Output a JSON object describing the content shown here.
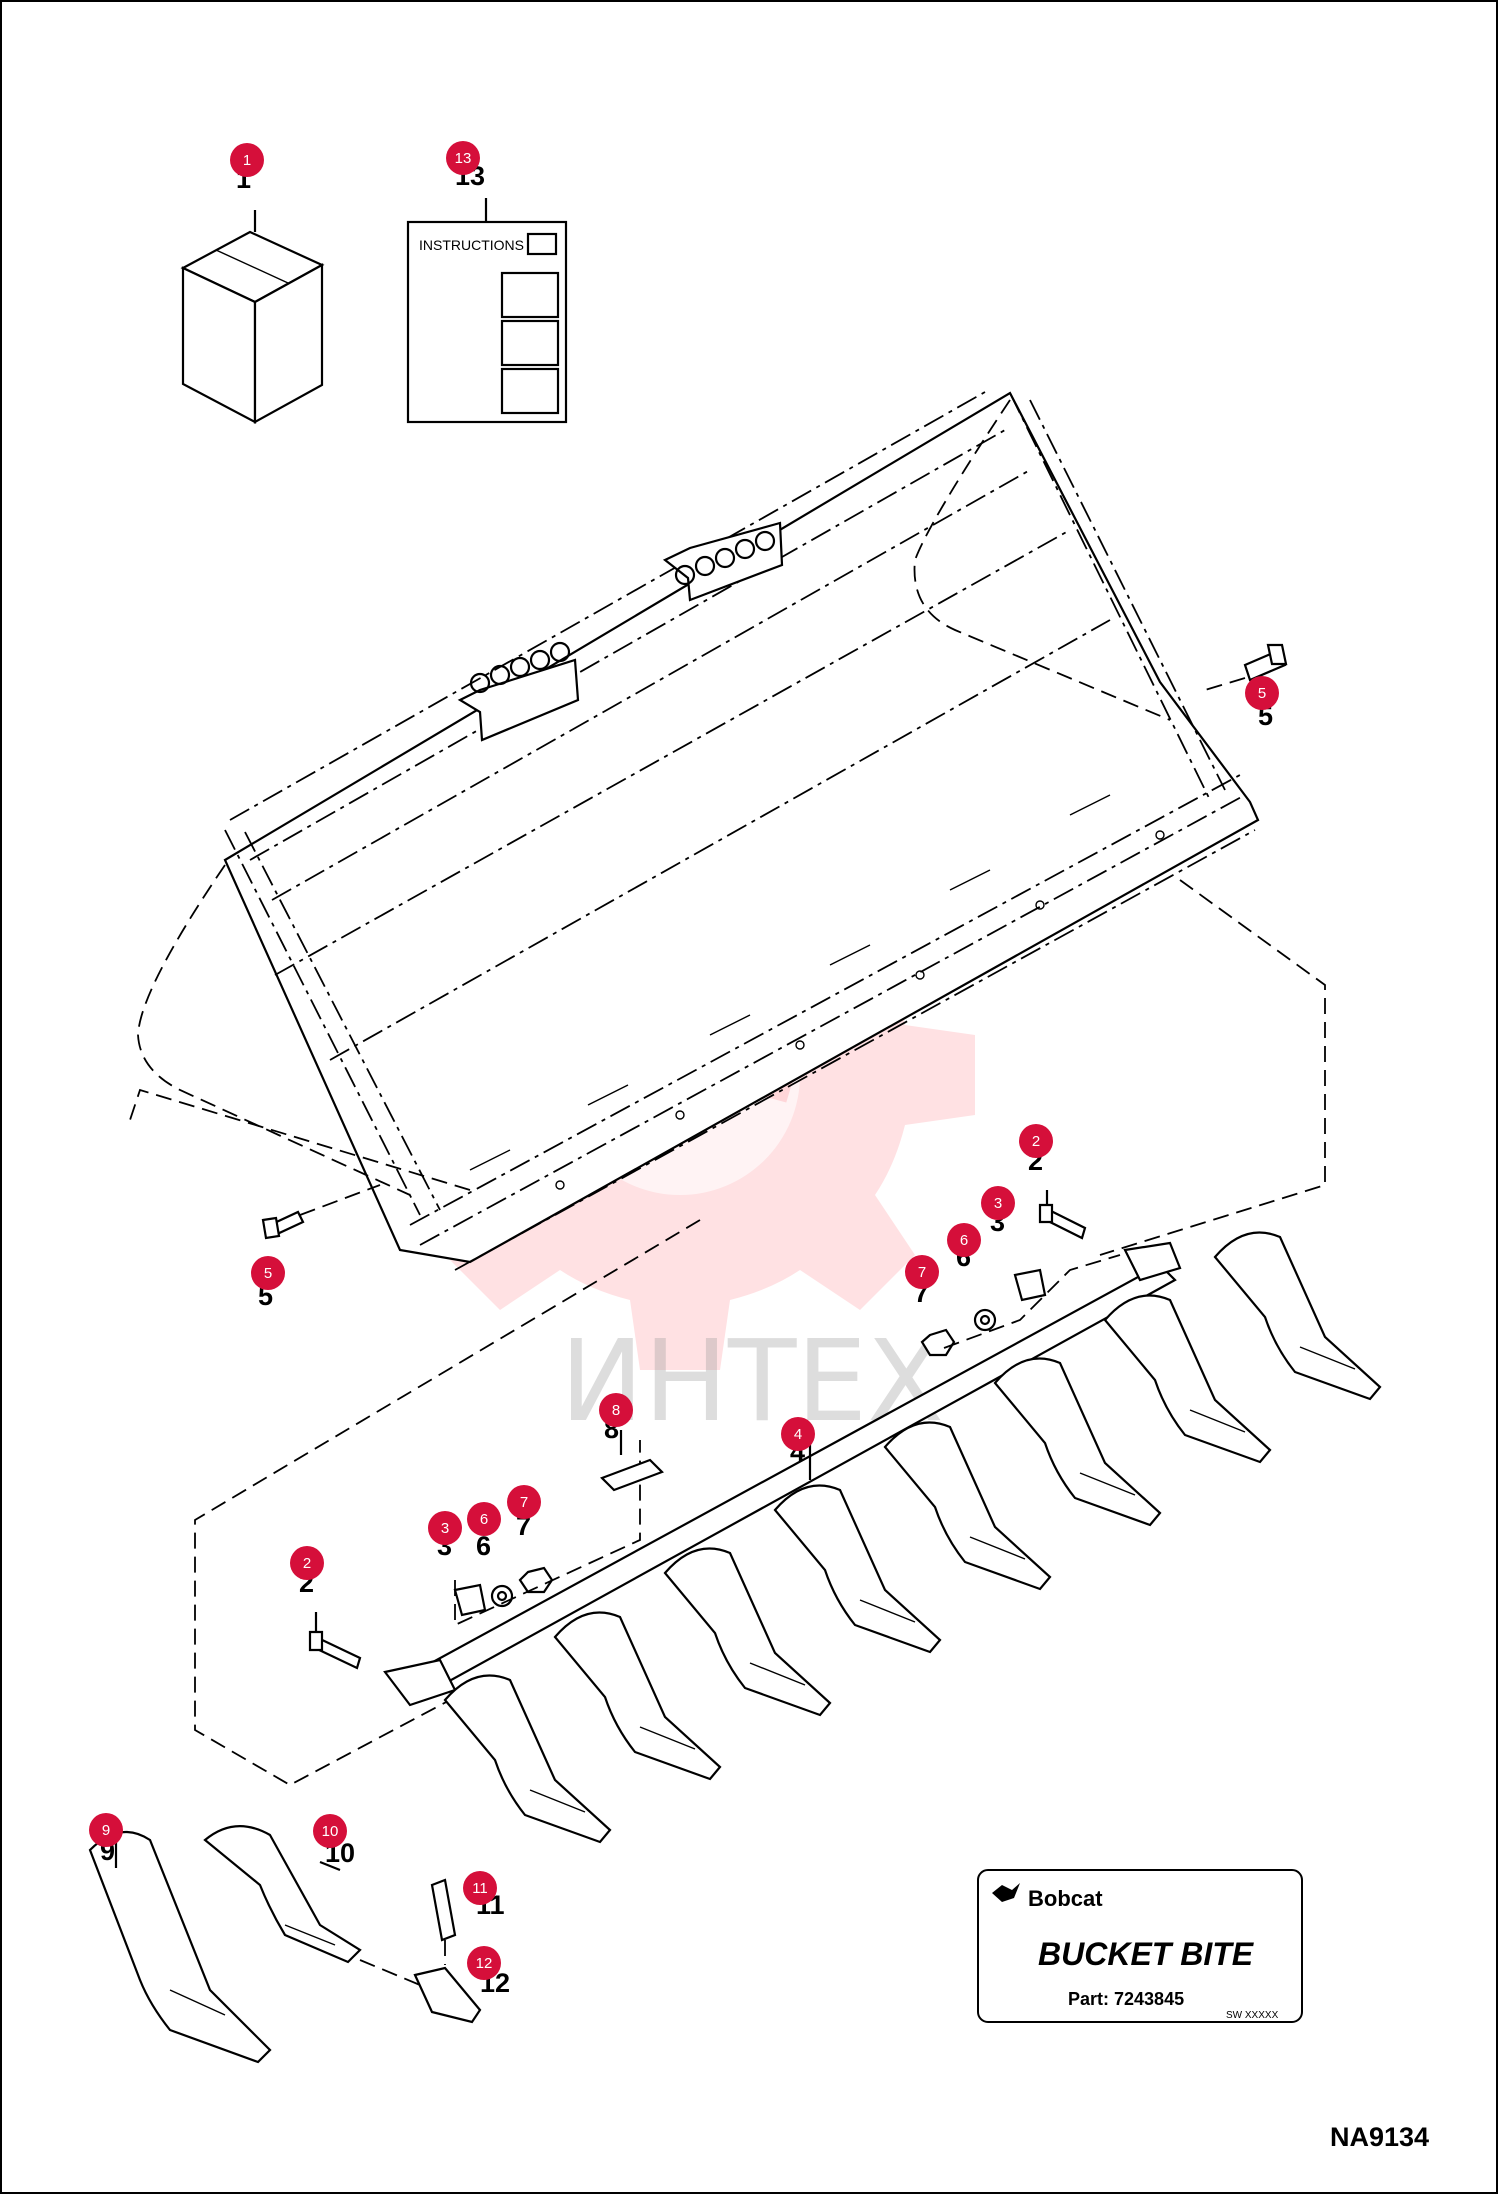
{
  "drawing_id": "NA9134",
  "instructions_label": "INSTRUCTIONS",
  "callouts": [
    {
      "id": "c1",
      "number": "1"
    },
    {
      "id": "c2a",
      "number": "2"
    },
    {
      "id": "c2b",
      "number": "2"
    },
    {
      "id": "c3a",
      "number": "3"
    },
    {
      "id": "c3b",
      "number": "3"
    },
    {
      "id": "c4",
      "number": "4"
    },
    {
      "id": "c5a",
      "number": "5"
    },
    {
      "id": "c5b",
      "number": "5"
    },
    {
      "id": "c6a",
      "number": "6"
    },
    {
      "id": "c6b",
      "number": "6"
    },
    {
      "id": "c7a",
      "number": "7"
    },
    {
      "id": "c7b",
      "number": "7"
    },
    {
      "id": "c8",
      "number": "8"
    },
    {
      "id": "c9",
      "number": "9"
    },
    {
      "id": "c10",
      "number": "10"
    },
    {
      "id": "c11",
      "number": "11"
    },
    {
      "id": "c12",
      "number": "12"
    },
    {
      "id": "c13",
      "number": "13"
    }
  ],
  "plate": {
    "brand": "Bobcat",
    "product_logo": "BUCKET BITE",
    "part_label": "Part: 7243845",
    "code": "SW XXXXX"
  },
  "watermark": {
    "text": "ИНТЕХ",
    "icon": "gear-logo-icon"
  }
}
